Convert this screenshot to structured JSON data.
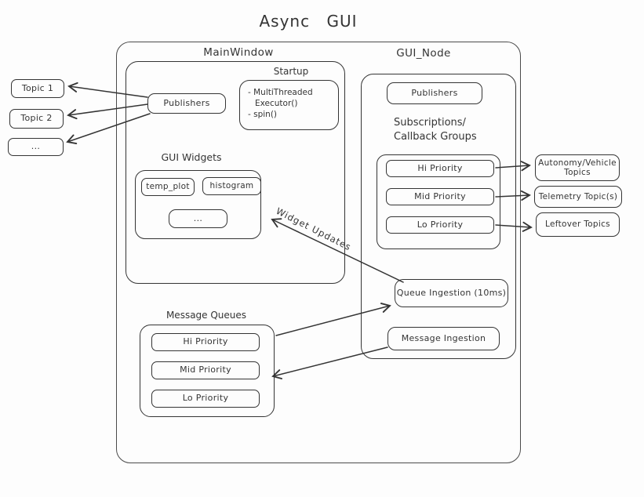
{
  "title": "Async GUI",
  "colors": {
    "stroke": "#343434",
    "background": "#fdfdfd"
  },
  "left_topics": [
    "Topic 1",
    "Topic 2",
    "..."
  ],
  "right_topics": [
    "Autonomy/Vehicle Topics",
    "Telemetry Topic(s)",
    "Leftover Topics"
  ],
  "main_window": {
    "label": "MainWindow",
    "publishers_label": "Publishers",
    "startup": {
      "label": "Startup",
      "lines": [
        "- MultiThreaded",
        "Executor()",
        "- spin()"
      ]
    },
    "gui_widgets": {
      "label": "GUI Widgets",
      "widgets": [
        "temp_plot",
        "histogram",
        "..."
      ]
    }
  },
  "message_queues": {
    "label": "Message Queues",
    "items": [
      "Hi Priority",
      "Mid Priority",
      "Lo Priority"
    ]
  },
  "gui_node": {
    "label": "GUI_Node",
    "publishers_label": "Publishers",
    "subscriptions": {
      "label_lines": [
        "Subscriptions/",
        "Callback Groups"
      ],
      "items": [
        "Hi Priority",
        "Mid Priority",
        "Lo Priority"
      ]
    },
    "queue_ingestion_label": "Queue Ingestion (10ms)",
    "message_ingestion_label": "Message Ingestion"
  },
  "annotations": {
    "widget_updates": "Widget Updates"
  }
}
